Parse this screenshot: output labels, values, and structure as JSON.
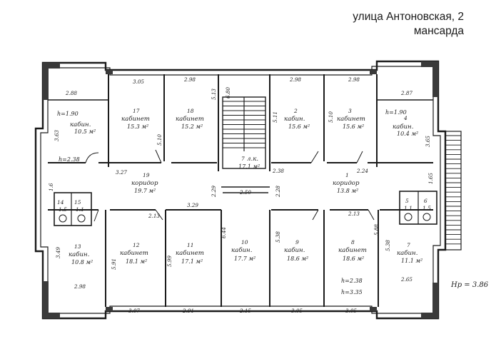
{
  "header": {
    "street": "улица Антоновская, 2",
    "floor": "мансарда"
  },
  "plan": {
    "height_mark": "Hр = 3.86",
    "rooms": [
      {
        "num": "17",
        "name": "кабинет",
        "area": "15.3 м²"
      },
      {
        "num": "18",
        "name": "кабинет",
        "area": "15.2 м²"
      },
      {
        "num": "7",
        "name": "л.к.",
        "area": "17.1 м²"
      },
      {
        "num": "2",
        "name": "кабин.",
        "area": "15.6 м²"
      },
      {
        "num": "3",
        "name": "кабинет",
        "area": "15.6 м²"
      },
      {
        "num": "4",
        "name": "кабин.",
        "area": "10.4 м²"
      },
      {
        "num": "",
        "name": "кабин.",
        "area": "10.5 м²"
      },
      {
        "num": "19",
        "name": "коридор",
        "area": "19.7 м²"
      },
      {
        "num": "1",
        "name": "коридор",
        "area": "13.8 м²"
      },
      {
        "num": "13",
        "name": "кабин.",
        "area": "10.8 м²"
      },
      {
        "num": "12",
        "name": "кабинет",
        "area": "18.1 м²"
      },
      {
        "num": "11",
        "name": "кабинет",
        "area": "17.1 м²"
      },
      {
        "num": "10",
        "name": "кабин.",
        "area": "17.7 м²"
      },
      {
        "num": "9",
        "name": "кабин.",
        "area": "18.6 м²"
      },
      {
        "num": "8",
        "name": "кабинет",
        "area": "18.6 м²"
      },
      {
        "num": "7",
        "name": "кабин.",
        "area": "11.1 м²"
      },
      {
        "num": "14",
        "name": "",
        "area": "1.5"
      },
      {
        "num": "15",
        "name": "",
        "area": "1.1"
      },
      {
        "num": "5",
        "name": "",
        "area": "1.1"
      },
      {
        "num": "6",
        "name": "",
        "area": "1.5"
      }
    ],
    "heights": [
      "h=1.90",
      "h=1.90",
      "h=2.38",
      "h=2.38",
      "h=3.35"
    ],
    "dims": {
      "top": [
        "2.88",
        "3.05",
        "2.98",
        "2.98",
        "2.98",
        "2.87"
      ],
      "bottom": [
        "2.98",
        "3.07",
        "2.91",
        "2.15",
        "3.05",
        "3.05",
        "2.65"
      ],
      "mid": [
        "3.27",
        "2.50",
        "2.24",
        "2.38",
        "3.29",
        "2.13",
        "2.13"
      ],
      "vert": [
        "3.63",
        "5.10",
        "5.13",
        "6.80",
        "5.11",
        "5.10",
        "3.65",
        "5.91",
        "5.99",
        "6.44",
        "5.38",
        "5.88",
        "5.38",
        "3.49",
        "2.29",
        "2.28",
        "1.65",
        "1.6"
      ]
    }
  }
}
